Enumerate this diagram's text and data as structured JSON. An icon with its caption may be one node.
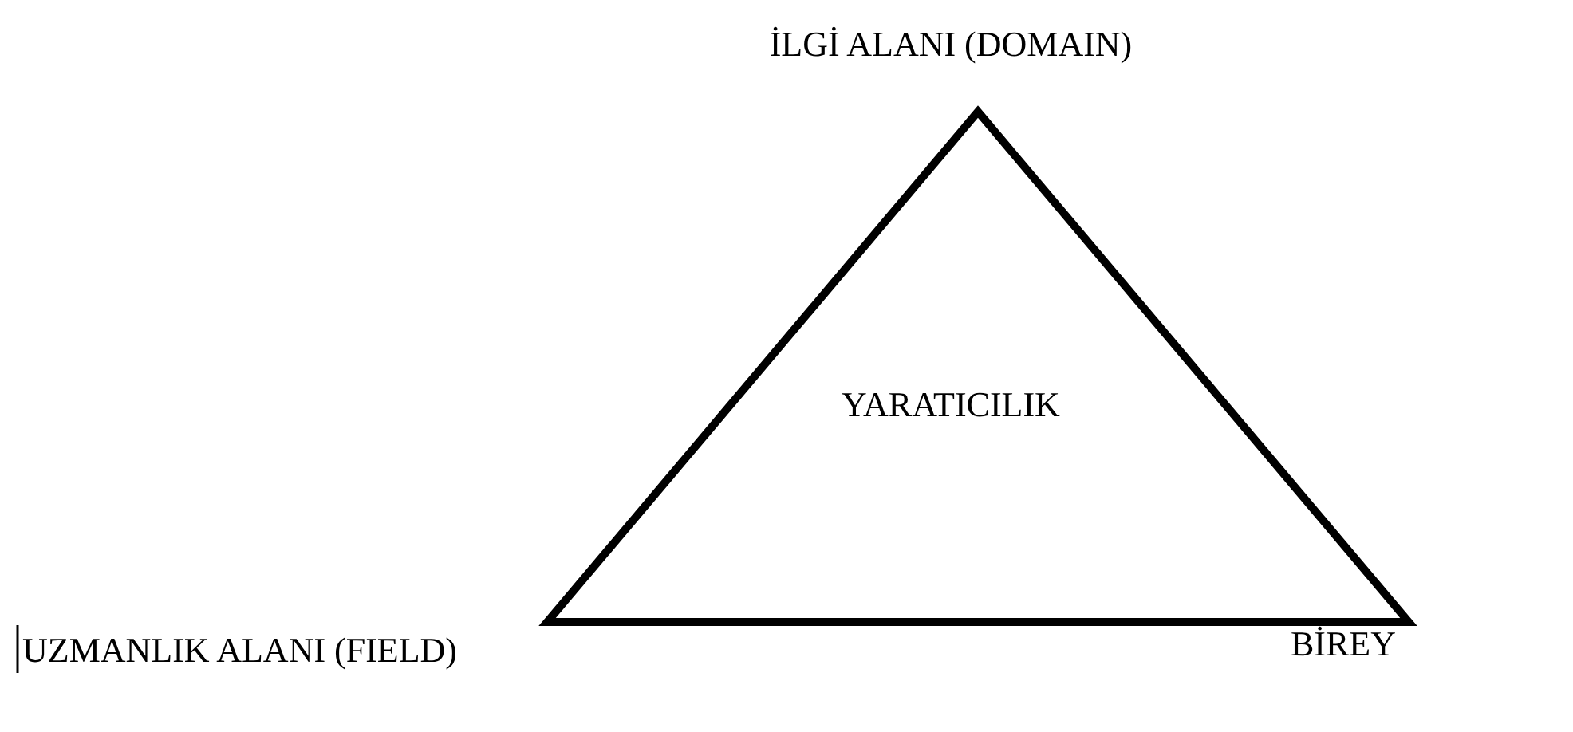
{
  "diagram": {
    "nodes": [
      {
        "text": [
          "YARATICILIK"
        ]
      }
    ],
    "labels": [
      "İLGİ ALANI (DOMAIN)",
      "UZMANLIK ALANI (FIELD)",
      "BİREY"
    ]
  }
}
